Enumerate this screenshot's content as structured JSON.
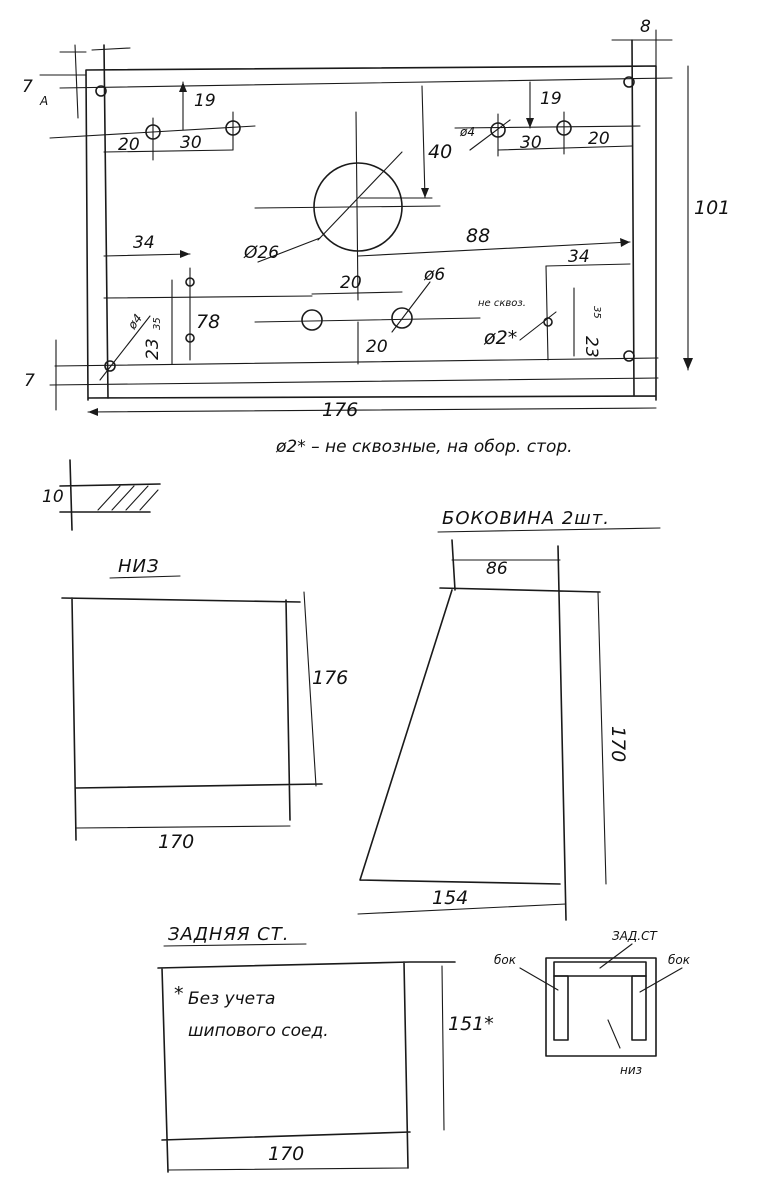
{
  "front": {
    "dim_top_7": "7",
    "dim_top_8": "8",
    "dim_19_left": "19",
    "dim_19_right": "19",
    "dim_20_left": "20",
    "dim_30_left": "30",
    "dim_30_right": "30",
    "dim_20_right": "20",
    "dim_40": "40",
    "hole4_label": "ø4",
    "dim_101": "101",
    "big_hole_label": "Ø26",
    "dim_88": "88",
    "dim_34_left": "34",
    "dim_34_right": "34",
    "dim_20_mid": "20",
    "hole6_label": "ø6",
    "not_through_note": "не сквоз.",
    "dim_78": "78",
    "hole4_left_label": "ø4",
    "dim_35_left": "35",
    "dim_23_left": "23",
    "dim_20_vert": "20",
    "blind_hole_label": "ø2*",
    "dim_35_right": "35",
    "dim_23_right": "23",
    "dim_bottom_7": "7",
    "dim_176": "176",
    "footnote": "ø2* – не сквозные, на обор. стор."
  },
  "thickness": {
    "dim_10": "10"
  },
  "bottom_panel": {
    "title": "НИЗ",
    "dim_176": "176",
    "dim_170": "170"
  },
  "side_panel": {
    "title": "БОКОВИНА 2шт.",
    "dim_86": "86",
    "dim_170": "170",
    "dim_154": "154"
  },
  "back_panel": {
    "title": "ЗАДНЯЯ СТ.",
    "note_line1": "Без учета",
    "note_line2": "шипового соед.",
    "note_mark": "*",
    "dim_151": "151*",
    "dim_170": "170"
  },
  "assembly": {
    "label_back": "ЗАД.СТ",
    "label_side_left": "бок",
    "label_side_right": "бок",
    "label_bottom": "низ"
  }
}
